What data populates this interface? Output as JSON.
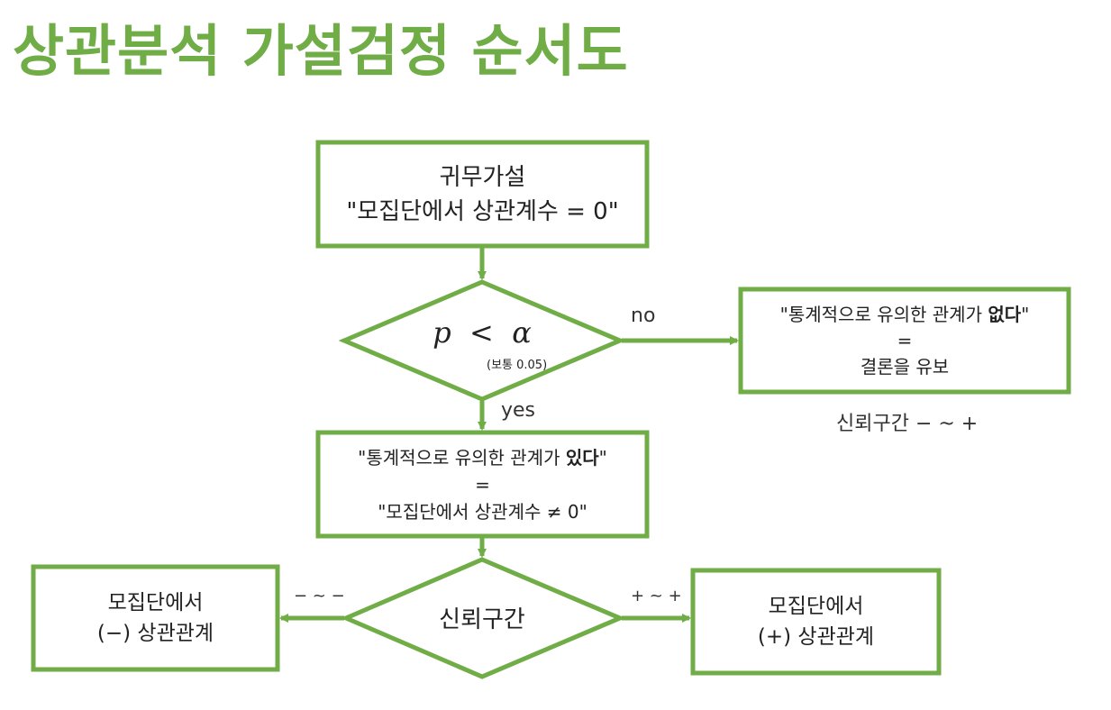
{
  "title": "상관분석 가설검정 순서도",
  "accent_color": "#70AD47",
  "nodes": {
    "null_hypothesis": {
      "line1": "귀무가설",
      "line2": "\"모집단에서 상관계수 = 0\""
    },
    "decision": {
      "p": "p",
      "lt": "<",
      "alpha": "α",
      "note": "(보통 0.05)"
    },
    "not_significant": {
      "line1_pre": "\"통계적으로 유의한 관계가 ",
      "line1_bold": "없다",
      "line1_post": "\"",
      "line2": "=",
      "line3": "결론을 유보"
    },
    "significant": {
      "line1_pre": "\"통계적으로 유의한 관계가 ",
      "line1_bold": "있다",
      "line1_post": "\"",
      "line2": "=",
      "line3": "\"모집단에서 상관계수 ≠ 0\""
    },
    "ci_decision": {
      "label": "신뢰구간"
    },
    "negative": {
      "line1": "모집단에서",
      "line2": "(−) 상관관계"
    },
    "positive": {
      "line1": "모집단에서",
      "line2": "(+) 상관관계"
    }
  },
  "edge_labels": {
    "no": "no",
    "yes": "yes",
    "ci_note": "신뢰구간 − ~ +",
    "minus_range": "− ~ −",
    "plus_range": "+ ~ +"
  }
}
